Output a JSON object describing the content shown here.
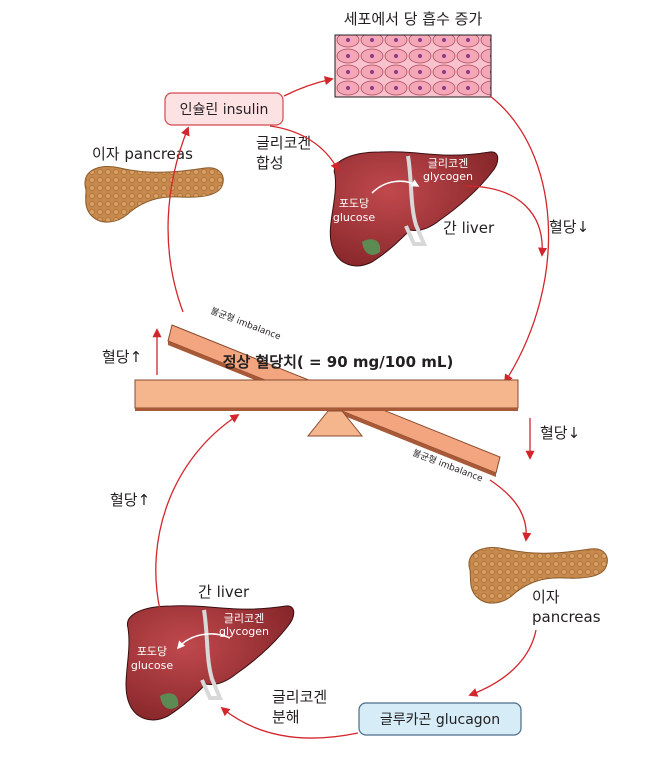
{
  "top_cells": {
    "title": "세포에서 당 흡수 증가"
  },
  "insulin_box": {
    "label": "인슐린 insulin",
    "fill": "#fde2e4",
    "stroke": "#d34a4f"
  },
  "pancreas_top": {
    "label": "이자 pancreas"
  },
  "glycogen_synth": {
    "line1": "글리코겐",
    "line2": "합성"
  },
  "liver_top": {
    "label": "간 liver",
    "glucose_ko": "포도당",
    "glucose_en": "glucose",
    "glycogen_ko": "글리코겐",
    "glycogen_en": "glycogen"
  },
  "arrows": {
    "right_top": "혈당↓",
    "left_mid": "혈당↑",
    "right_mid": "혈당↓",
    "left_bottom": "혈당↑"
  },
  "balance": {
    "main": "정상 혈당치( = 90 mg/100 mL)",
    "imbalance_top": "불균형 imbalance",
    "imbalance_bottom": "불균형 imbalance"
  },
  "pancreas_bottom": {
    "line1": "이자",
    "line2": "pancreas"
  },
  "liver_bottom": {
    "label": "간 liver",
    "glucose_ko": "포도당",
    "glucose_en": "glucose",
    "glycogen_ko": "글리코겐",
    "glycogen_en": "glycogen"
  },
  "glycogen_break": {
    "line1": "글리코겐",
    "line2": "분해"
  },
  "glucagon_box": {
    "label": "글루카곤 glucagon",
    "fill": "#d6ecf7",
    "stroke": "#4a6c8a"
  },
  "colors": {
    "arrow": "#d3262c",
    "liver": "#9b2f33",
    "liver_light": "#c0494d",
    "pancreas": "#c88a4c",
    "board": "#f5b68e",
    "board_stroke": "#8a4a2e",
    "cell_fill": "#f4a7b7",
    "cell_stroke": "#b3475e"
  }
}
